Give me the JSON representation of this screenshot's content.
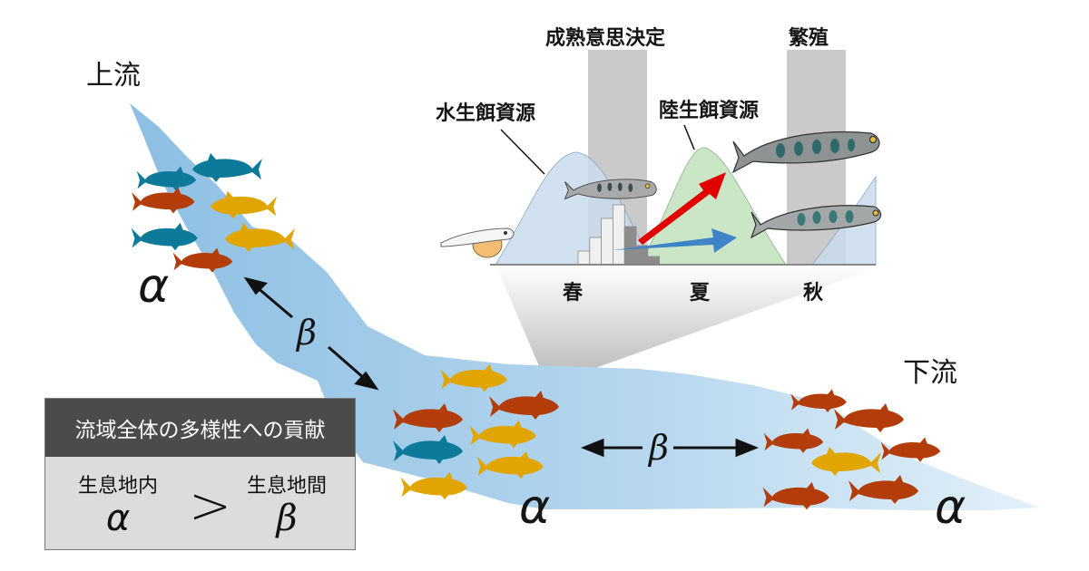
{
  "labels": {
    "upstream": "上流",
    "downstream": "下流",
    "alpha_symbol": "α",
    "beta_symbol": "β"
  },
  "inset": {
    "decision_band_label": "成熟意思決定",
    "breeding_band_label": "繁殖",
    "aquatic_food_label": "水生餌資源",
    "terrestrial_food_label": "陸生餌資源",
    "seasons": [
      "春",
      "夏",
      "秋"
    ],
    "histogram_bars": [
      1,
      2,
      3.4,
      4.4,
      2.8,
      1.4,
      0.6
    ],
    "colors": {
      "aquatic_curve": "#c9dcee",
      "terrestrial_curve": "#c5e4c0",
      "band": "#aaaaaa",
      "red_arrow": "#e00000",
      "blue_arrow": "#3d85c8"
    }
  },
  "legend_box": {
    "title": "流域全体の多様性への貢献",
    "left_label": "生息地内",
    "left_symbol": "α",
    "comparator": ">",
    "right_label": "生息地間",
    "right_symbol": "β"
  },
  "fish_colors": {
    "teal": "#0e7a99",
    "rust": "#b33d0a",
    "gold": "#e0a500"
  },
  "river_color": "#8fc0e3"
}
